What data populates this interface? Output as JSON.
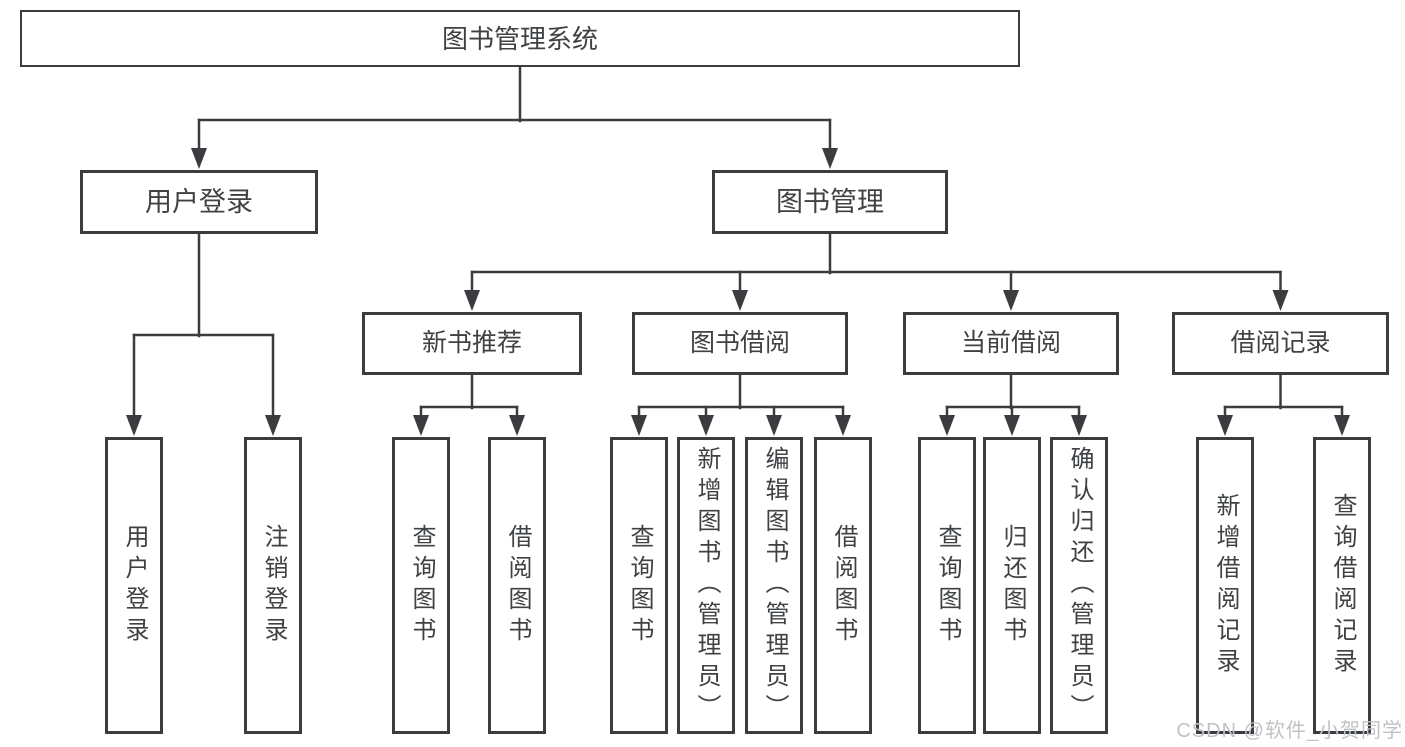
{
  "tree": {
    "label": "图书管理系统",
    "children": [
      {
        "label": "用户登录",
        "children": [
          {
            "label": "用户登录"
          },
          {
            "label": "注销登录"
          }
        ]
      },
      {
        "label": "图书管理",
        "children": [
          {
            "label": "新书推荐",
            "children": [
              {
                "label": "查询图书"
              },
              {
                "label": "借阅图书"
              }
            ]
          },
          {
            "label": "图书借阅",
            "children": [
              {
                "label": "查询图书"
              },
              {
                "label": "新增图书（管理员）"
              },
              {
                "label": "编辑图书（管理员）"
              },
              {
                "label": "借阅图书"
              }
            ]
          },
          {
            "label": "当前借阅",
            "children": [
              {
                "label": "查询图书"
              },
              {
                "label": "归还图书"
              },
              {
                "label": "确认归还（管理员）"
              }
            ]
          },
          {
            "label": "借阅记录",
            "children": [
              {
                "label": "新增借阅记录"
              },
              {
                "label": "查询借阅记录"
              }
            ]
          }
        ]
      }
    ]
  },
  "watermark": "CSDN @软件_小贺同学",
  "colors": {
    "line": "#3a3c3f",
    "text": "#3f4245",
    "watermark": "#bfc3c6",
    "background": "#ffffff"
  }
}
